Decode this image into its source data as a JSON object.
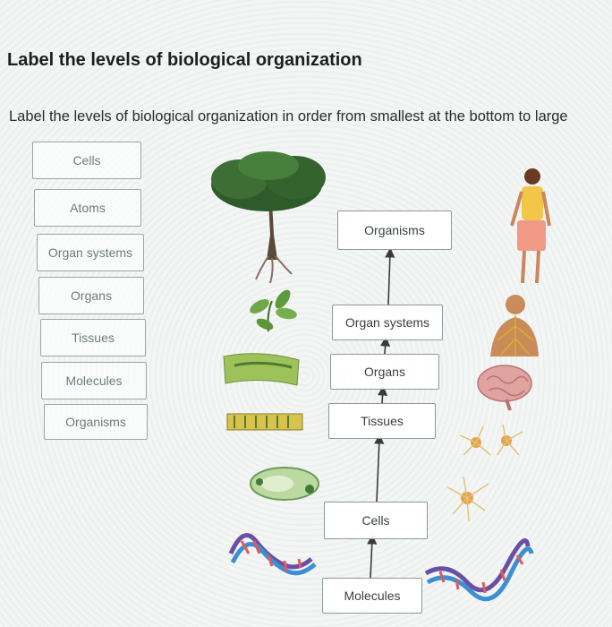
{
  "header": {
    "title": "Label the levels of biological organization",
    "instructions": "Label the levels of biological organization in order from smallest at the bottom to large"
  },
  "label_bank": [
    "Cells",
    "Atoms",
    "Organ systems",
    "Organs",
    "Tissues",
    "Molecules",
    "Organisms"
  ],
  "diagram": {
    "zones": [
      "Organisms",
      "Organ systems",
      "Organs",
      "Tissues",
      "Cells",
      "Molecules"
    ]
  },
  "colors": {
    "chip_border": "#9aa7a0",
    "chip_text": "#6e7d77",
    "zone_border": "#8d9a93",
    "arrow": "#3a3a3a"
  },
  "icons": [
    "tree-icon",
    "leaf-icon",
    "human-figure-icon",
    "nervous-system-icon",
    "brain-icon",
    "leaf-tissue-icon",
    "neuron-icon",
    "plant-cell-icon",
    "dna-icon",
    "epidermis-icon"
  ]
}
